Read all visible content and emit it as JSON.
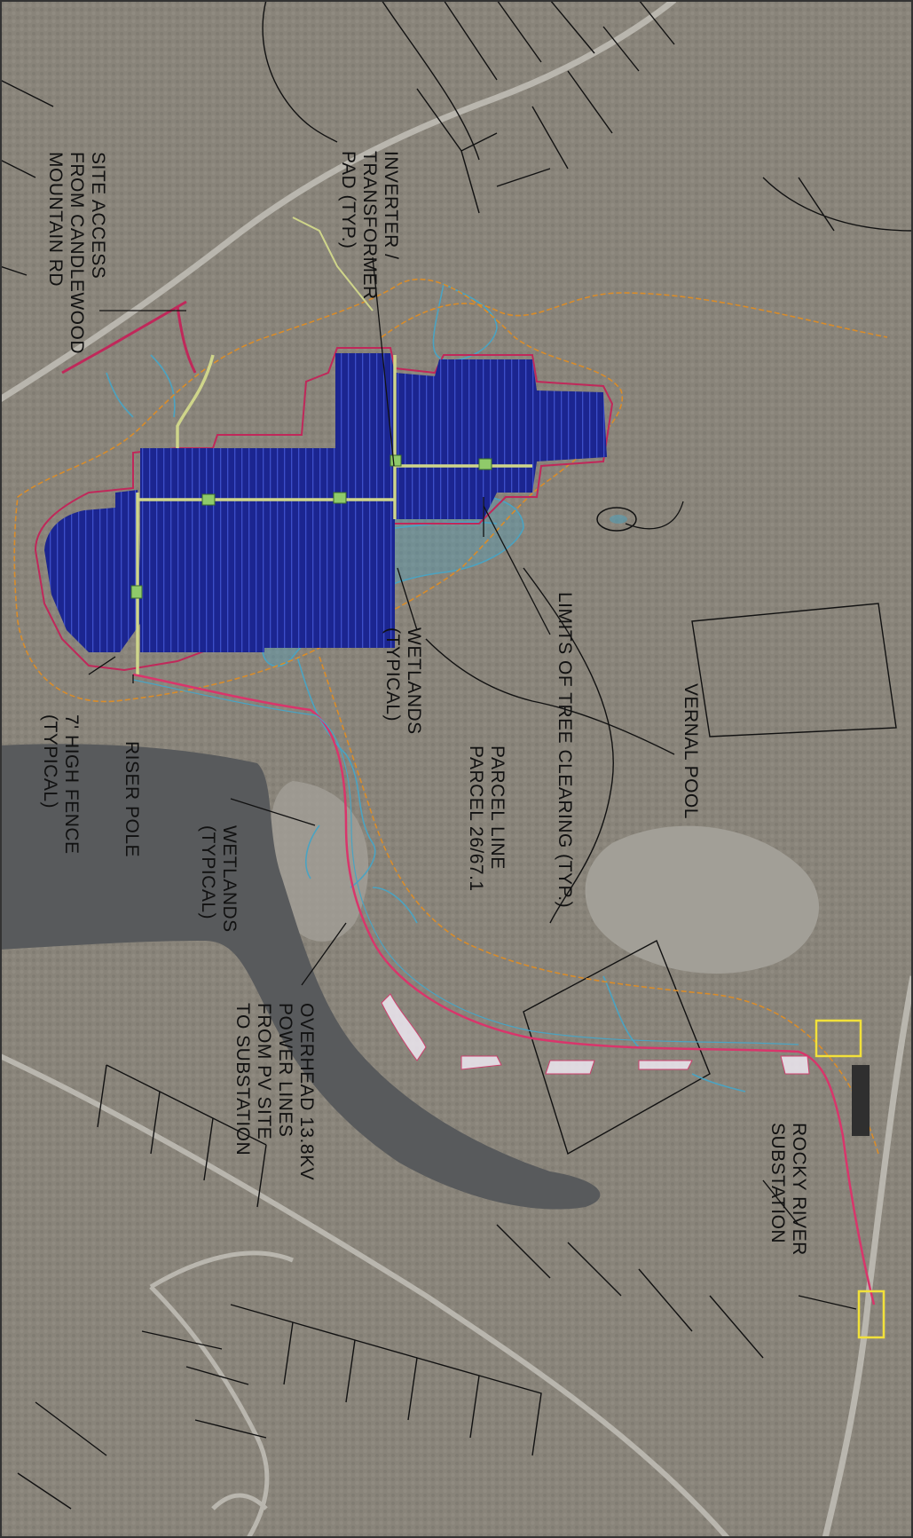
{
  "map": {
    "colors": {
      "aerial_base": "#8e8a80",
      "forest": "#7f7a70",
      "clearing": "#a29f97",
      "water": "#585a5c",
      "solar_array": "#1b2590",
      "array_row": "#3d4fc9",
      "access_road": "#cfd58a",
      "parcel_line": "#111111",
      "fence": "#c0285a",
      "tree_clearing": "#d98c2a",
      "wetland": "#4aa3c2",
      "power_line": "#d9356b",
      "substation": "#f2e13a"
    },
    "labels": {
      "site_access": [
        "SITE ACCESS",
        "FROM CANDLEWOOD",
        "MOUNTAIN RD"
      ],
      "inverter": [
        "INVERTER /",
        "TRANSFORMER",
        "PAD (TYP.)"
      ],
      "vernal_pool": [
        "VERNAL POOL"
      ],
      "tree_clearing": [
        "LIMITS OF TREE CLEARING (TYP.)"
      ],
      "parcel_line": [
        "PARCEL LINE",
        "PARCEL 26/67.1"
      ],
      "wetlands_upper": [
        "WETLANDS",
        "(TYPICAL)"
      ],
      "riser_pole": [
        "RISER POLE"
      ],
      "fence": [
        "7' HIGH FENCE",
        "(TYPICAL)"
      ],
      "wetlands_lower": [
        "WETLANDS",
        "(TYPICAL)"
      ],
      "overhead_lines": [
        "OVERHEAD 13.8KV",
        "POWER LINES",
        "FROM PV SITE",
        "TO SUBSTATION"
      ],
      "substation": [
        "ROCKY RIVER",
        "SUBSTATION"
      ]
    }
  }
}
